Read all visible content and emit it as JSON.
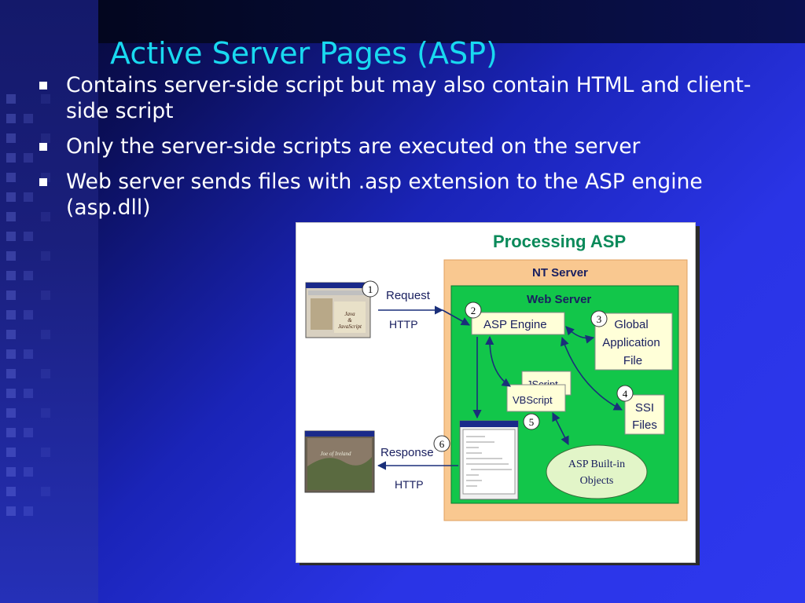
{
  "slide": {
    "title": "Active Server Pages (ASP)",
    "bullets": [
      "Contains server-side script but may also contain HTML and client-side script",
      "Only the server-side scripts are executed on the server",
      "Web server sends files with .asp extension to the ASP engine (asp.dll)"
    ]
  },
  "diagram": {
    "title": "Processing ASP",
    "nt_server": "NT Server",
    "web_server": "Web Server",
    "asp_engine": "ASP Engine",
    "global_app_lines": [
      "Global",
      "Application",
      "File"
    ],
    "jscript": "JScript",
    "vbscript": "VBScript",
    "ssi_lines": [
      "SSI",
      "Files"
    ],
    "builtin_lines": [
      "ASP Built-in",
      "Objects"
    ],
    "request": "Request",
    "request_http": "HTTP",
    "response": "Response",
    "response_http": "HTTP",
    "steps": [
      "1",
      "2",
      "3",
      "4",
      "5",
      "6"
    ],
    "browser_top_text": [
      "Java",
      "&",
      "JavaScript"
    ],
    "browser_bottom_text": "Joe of Ireland",
    "colors": {
      "title": "#19d9f0",
      "diagram_title": "#0a8a5a",
      "nt_server_fill": "#f9c890",
      "web_server_fill": "#12c64a",
      "box_fill": "#ffffd8",
      "oval_fill": "#e2f5c8",
      "arrow": "#1a2f7a"
    }
  }
}
